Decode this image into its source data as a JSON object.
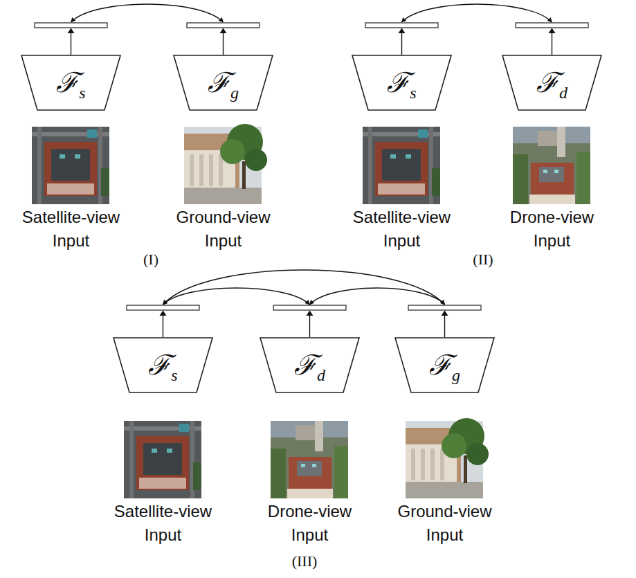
{
  "diagram": {
    "nodes": [
      {
        "text": [
          "ℱs"
        ]
      },
      {
        "text": [
          "ℱg"
        ]
      },
      {
        "text": [
          "ℱs"
        ]
      },
      {
        "text": [
          "ℱd"
        ]
      },
      {
        "text": [
          "ℱs"
        ]
      },
      {
        "text": [
          "ℱd"
        ]
      },
      {
        "text": [
          "ℱg"
        ]
      }
    ],
    "edges": [
      {
        "from": 0,
        "to": 1,
        "arrow": "both"
      },
      {
        "from": 2,
        "to": 3,
        "arrow": "both"
      },
      {
        "from": 4,
        "to": 5,
        "arrow": "both"
      },
      {
        "from": 5,
        "to": 6,
        "arrow": "both"
      },
      {
        "from": 4,
        "to": 6,
        "arrow": "both"
      }
    ],
    "labels": [
      "Satellite-view Input",
      "Ground-view Input",
      "(I)",
      "Satellite-view Input",
      "Drone-view Input",
      "(II)",
      "Satellite-view Input",
      "Drone-view Input",
      "Ground-view Input",
      "(III)"
    ]
  }
}
